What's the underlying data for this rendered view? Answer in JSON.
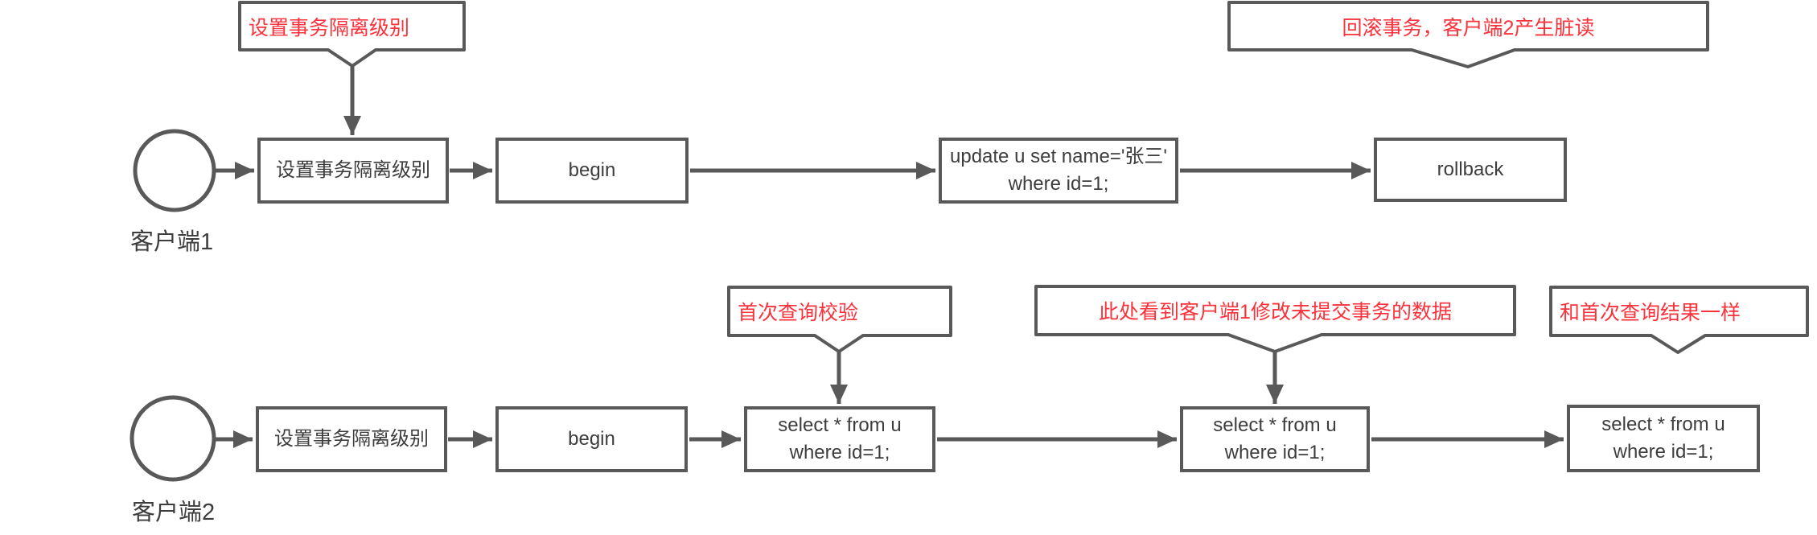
{
  "colors": {
    "stroke": "#595959",
    "text": "#3d3d3d",
    "annotation": "#fa323c",
    "background": "#ffffff"
  },
  "callouts": [
    {
      "text": "设置事务隔离级别"
    },
    {
      "text": "回滚事务，客户端2产生脏读"
    },
    {
      "text": "首次查询校验"
    },
    {
      "text": "此处看到客户端1修改未提交事务的数据"
    },
    {
      "text": "和首次查询结果一样"
    }
  ],
  "lanes": [
    {
      "label": "客户端1",
      "steps": [
        {
          "lines": [
            "设置事务隔离级别"
          ]
        },
        {
          "lines": [
            "begin"
          ]
        },
        {
          "lines": [
            "update u set name='张三'",
            "where id=1;"
          ]
        },
        {
          "lines": [
            "rollback"
          ]
        }
      ]
    },
    {
      "label": "客户端2",
      "steps": [
        {
          "lines": [
            "设置事务隔离级别"
          ]
        },
        {
          "lines": [
            "begin"
          ]
        },
        {
          "lines": [
            "select * from u",
            "where id=1;"
          ]
        },
        {
          "lines": [
            "select * from u",
            "where id=1;"
          ]
        },
        {
          "lines": [
            "select * from u",
            "where id=1;"
          ]
        }
      ]
    }
  ]
}
